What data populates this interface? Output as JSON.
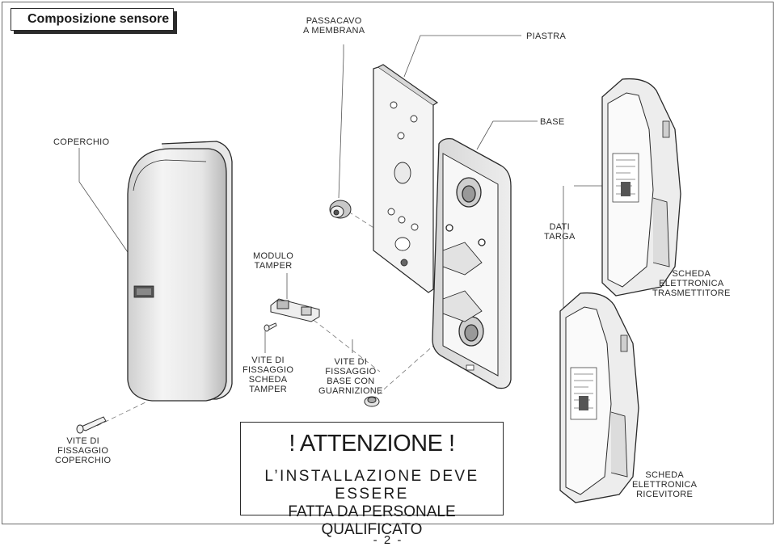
{
  "title": "Composizione sensore",
  "labels": {
    "passacavo": [
      "PASSACAVO",
      "A MEMBRANA"
    ],
    "piastra": [
      "PIASTRA"
    ],
    "base": [
      "BASE"
    ],
    "coperchio": [
      "COPERCHIO"
    ],
    "dati_targa": [
      "DATI",
      "TARGA"
    ],
    "modulo_tamper": [
      "MODULO",
      "TAMPER"
    ],
    "scheda_trasmettitore": [
      "SCHEDA",
      "ELETTRONICA",
      "TRASMETTITORE"
    ],
    "vite_scheda_tamper": [
      "VITE DI",
      "FISSAGGIO",
      "SCHEDA",
      "TAMPER"
    ],
    "vite_base": [
      "VITE DI",
      "FISSAGGIO",
      "BASE CON",
      "GUARNIZIONE"
    ],
    "vite_coperchio": [
      "VITE DI",
      "FISSAGGIO",
      "COPERCHIO"
    ],
    "scheda_ricevitore": [
      "SCHEDA",
      "ELETTRONICA",
      "RICEVITORE"
    ]
  },
  "warning": {
    "title": "! ATTENZIONE !",
    "line1": "L’INSTALLAZIONE DEVE ESSERE",
    "line2": "FATTA DA PERSONALE QUALIFICATO"
  },
  "page_number": "- 2 -"
}
